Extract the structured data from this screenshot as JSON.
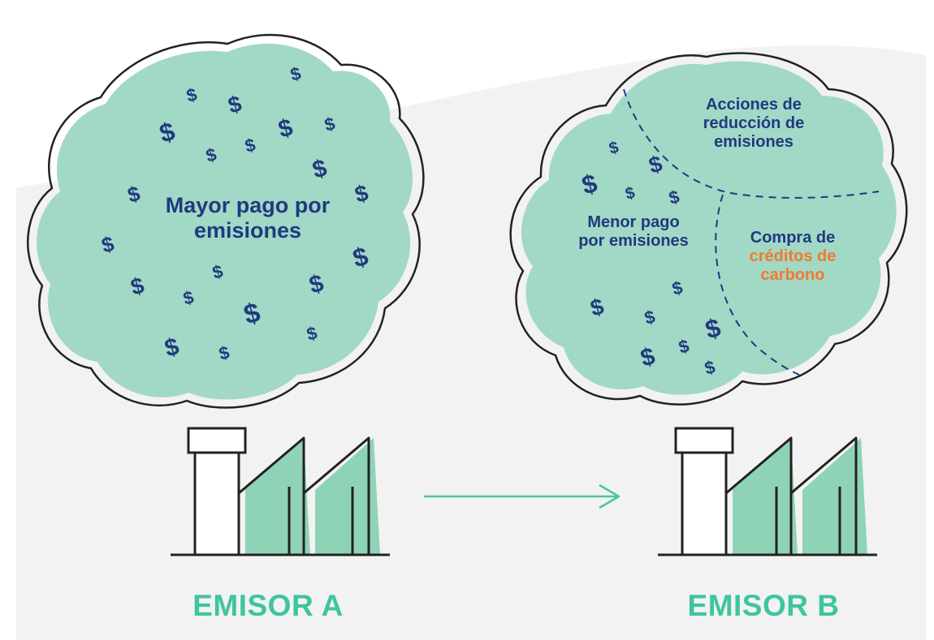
{
  "emitter_a": {
    "cloud_text": "Mayor pago por emisiones",
    "label": "EMISOR A"
  },
  "emitter_b": {
    "cloud_left_text": "Menor pago por emisiones",
    "cloud_top_text": "Acciones de reducción de emisiones",
    "cloud_right_text": "Compra de",
    "cloud_right_highlight": "créditos de carbono",
    "label": "EMISOR B"
  },
  "symbols": {
    "currency": "$"
  },
  "colors": {
    "cloud_fill": "#a2d8c6",
    "outline": "#222222",
    "factory_fill": "#8fd3b7",
    "text_dark_blue": "#1f3a7e",
    "accent_orange": "#f27a2c",
    "label_green": "#3fc4a0",
    "background_gray": "#f2f2f2",
    "arrow_teal": "#4cc4a3"
  },
  "icons": {
    "arrow": "arrow-right-icon",
    "factory": "factory-icon",
    "cloud": "cloud-icon"
  }
}
